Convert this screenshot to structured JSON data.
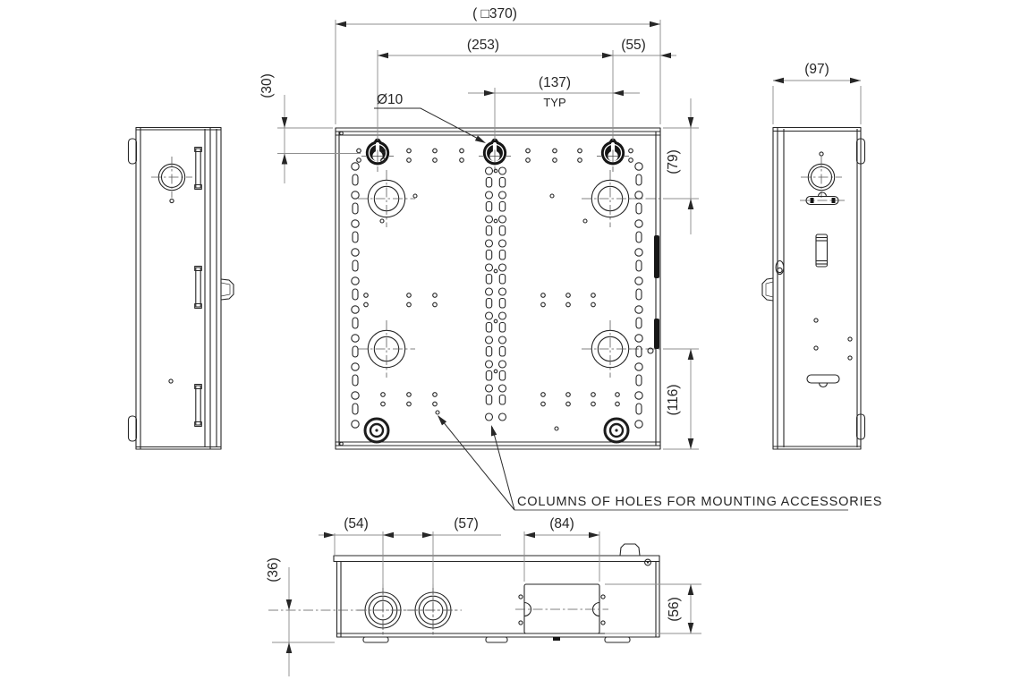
{
  "drawing": {
    "note": "COLUMNS OF HOLES FOR MOUNTING ACCESSORIES",
    "dims": {
      "overall": "( □370)",
      "span253": "(253)",
      "off55": "(55)",
      "pitch137": "(137)",
      "typ": "TYP",
      "top30": "(30)",
      "dia10": "Ø10",
      "ko79": "(79)",
      "ko116": "(116)",
      "depth97": "(97)",
      "d54": "(54)",
      "d57": "(57)",
      "d84": "(84)",
      "h36": "(36)",
      "h56": "(56)"
    }
  }
}
